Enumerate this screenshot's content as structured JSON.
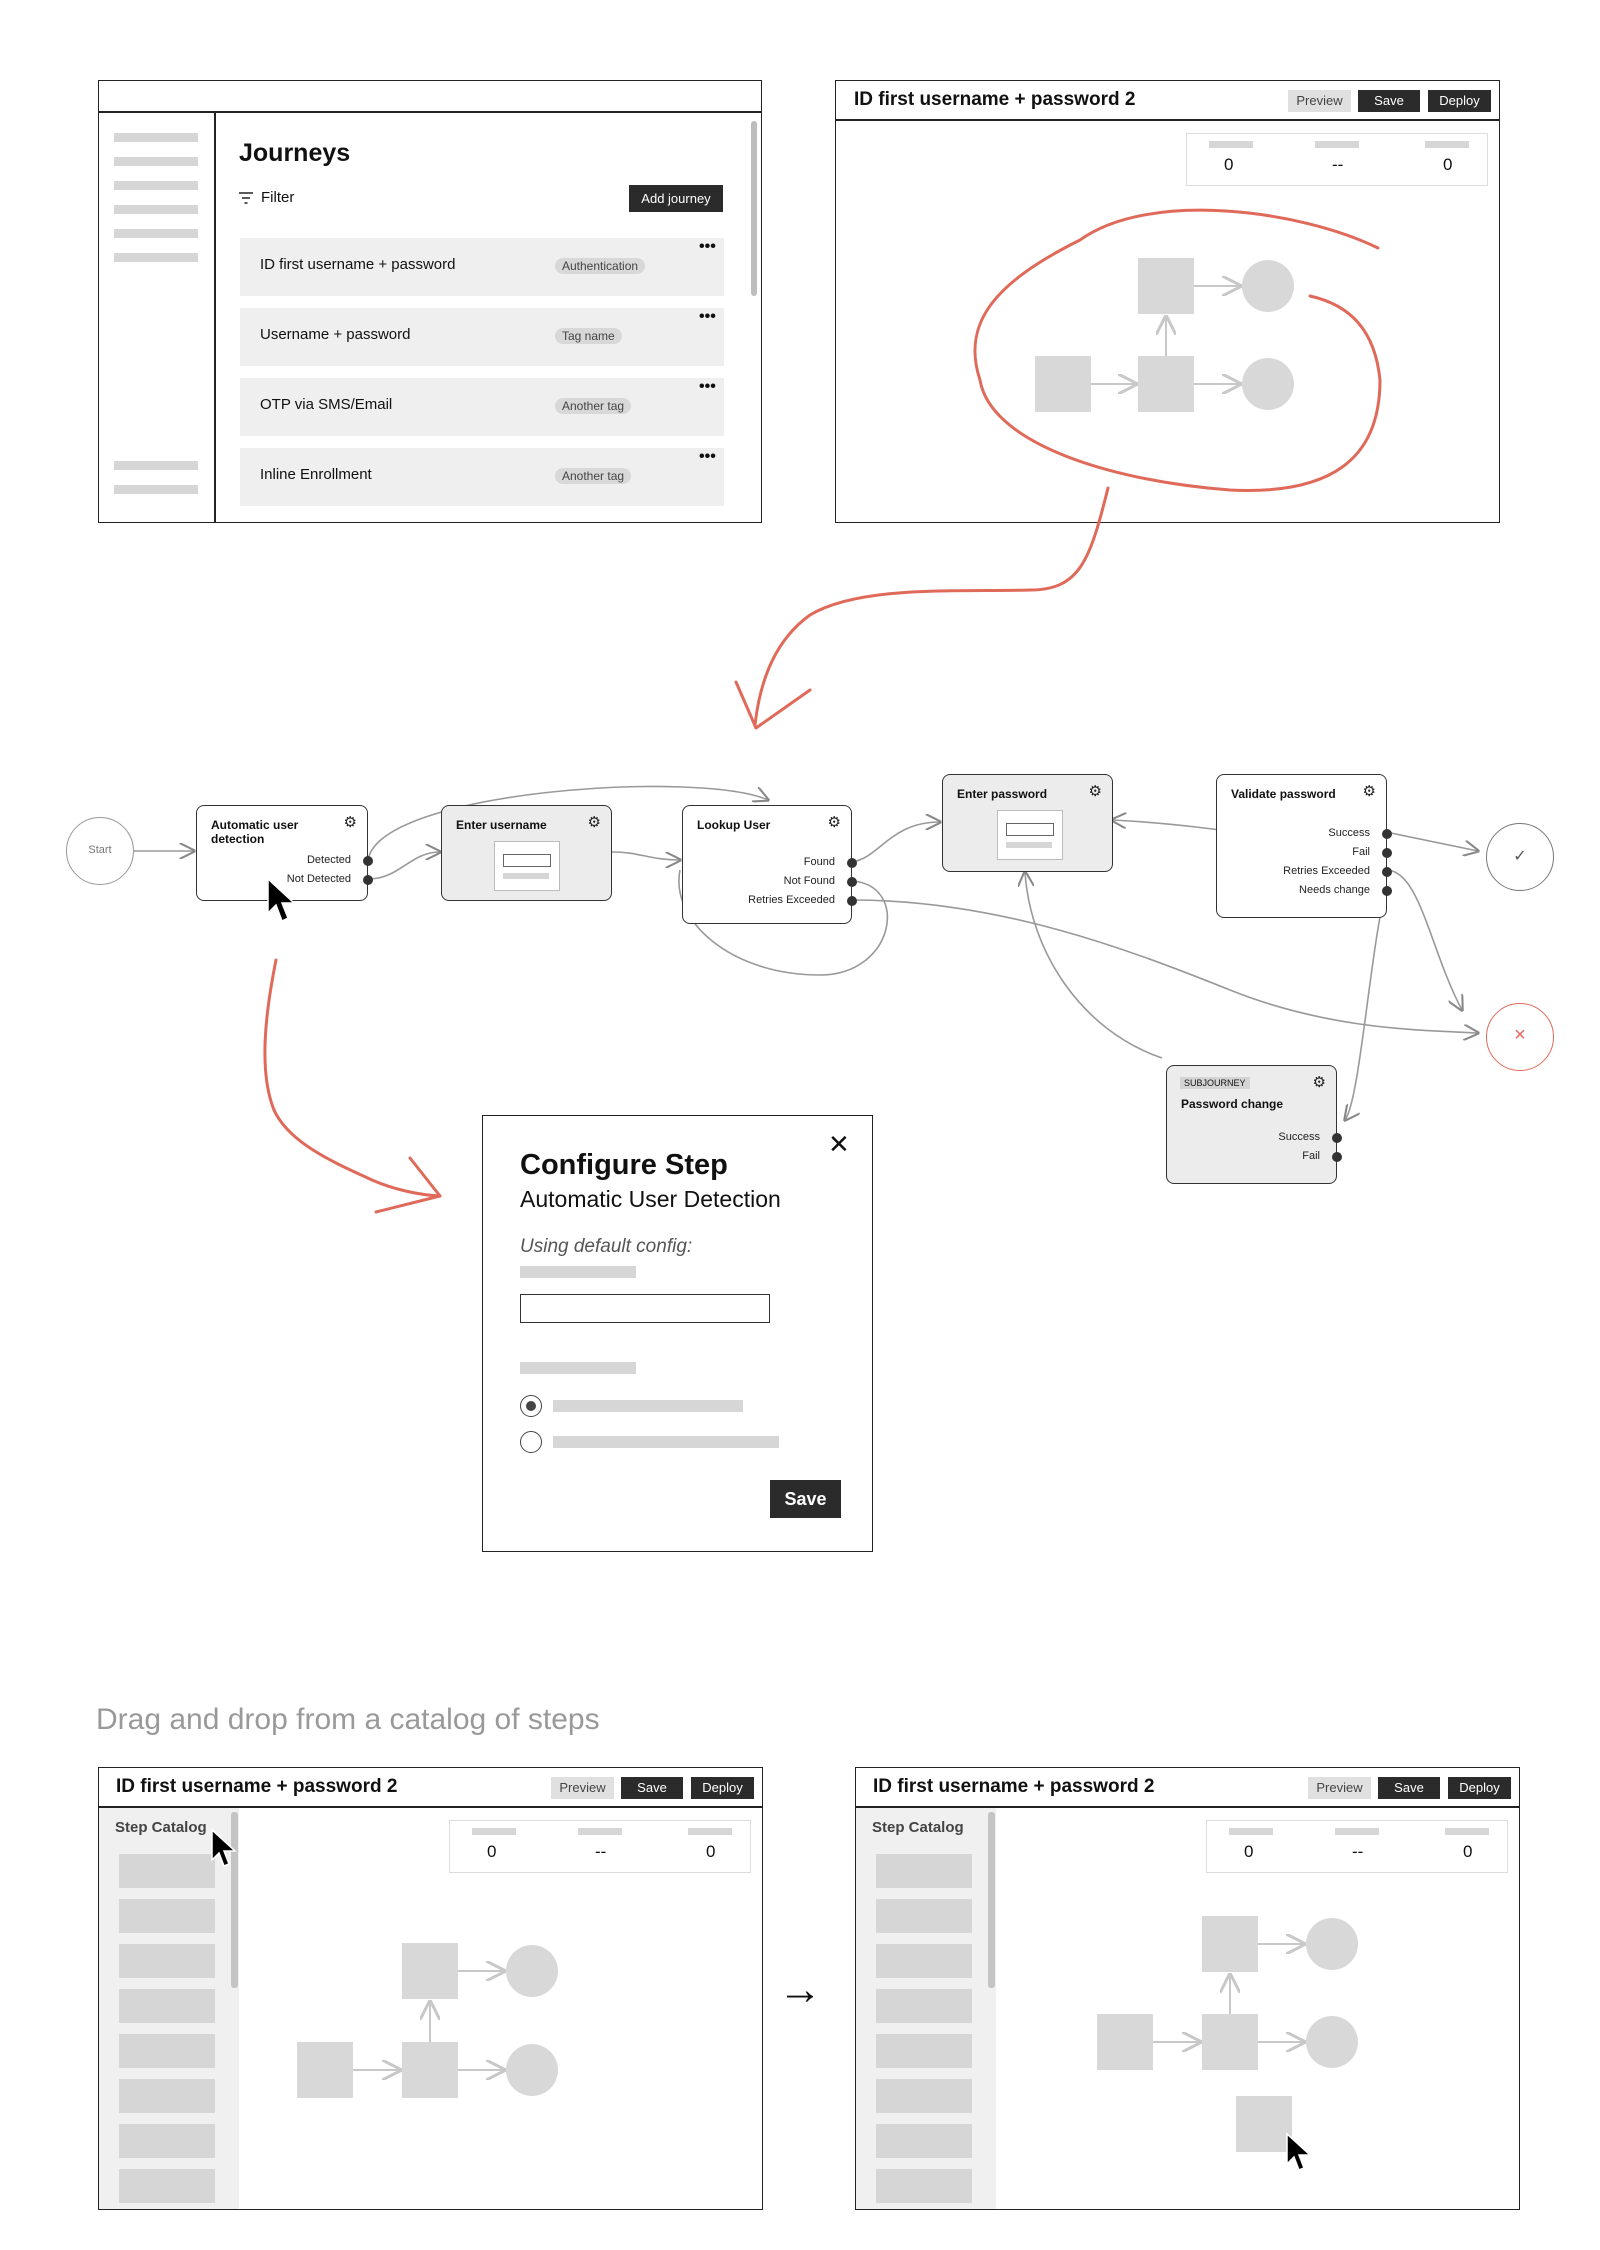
{
  "journeys_panel": {
    "title": "Journeys",
    "filter_label": "Filter",
    "add_button": "Add journey",
    "rows": [
      {
        "name": "ID first username + password",
        "tag": "Authentication"
      },
      {
        "name": "Username + password",
        "tag": "Tag name"
      },
      {
        "name": "OTP via SMS/Email",
        "tag": "Another tag"
      },
      {
        "name": "Inline Enrollment",
        "tag": "Another tag"
      }
    ]
  },
  "editor": {
    "title": "ID first username + password 2",
    "preview": "Preview",
    "save": "Save",
    "deploy": "Deploy",
    "stats": [
      "0",
      "--",
      "0"
    ]
  },
  "flow": {
    "start": "Start",
    "nodes": {
      "detect": {
        "title": "Automatic user detection",
        "outputs": [
          "Detected",
          "Not Detected"
        ]
      },
      "username": {
        "title": "Enter username"
      },
      "lookup": {
        "title": "Lookup User",
        "outputs": [
          "Found",
          "Not Found",
          "Retries Exceeded"
        ]
      },
      "password": {
        "title": "Enter password"
      },
      "validate": {
        "title": "Validate password",
        "outputs": [
          "Success",
          "Fail",
          "Retries Exceeded",
          "Needs change"
        ]
      },
      "subjourney": {
        "badge": "SUBJOURNEY",
        "title": "Password change",
        "outputs": [
          "Success",
          "Fail"
        ]
      }
    },
    "success_symbol": "✓",
    "fail_symbol": "×"
  },
  "configure": {
    "title": "Configure Step",
    "subtitle": "Automatic User Detection",
    "hint": "Using default config:",
    "save": "Save",
    "close": "✕"
  },
  "catalog_section": {
    "heading": "Drag and drop from a catalog of steps",
    "catalog_label": "Step Catalog",
    "arrow": "→"
  },
  "colors": {
    "accent_red": "#e06a5a",
    "dark": "#2b2b2b",
    "placeholder": "#d6d6d6"
  }
}
